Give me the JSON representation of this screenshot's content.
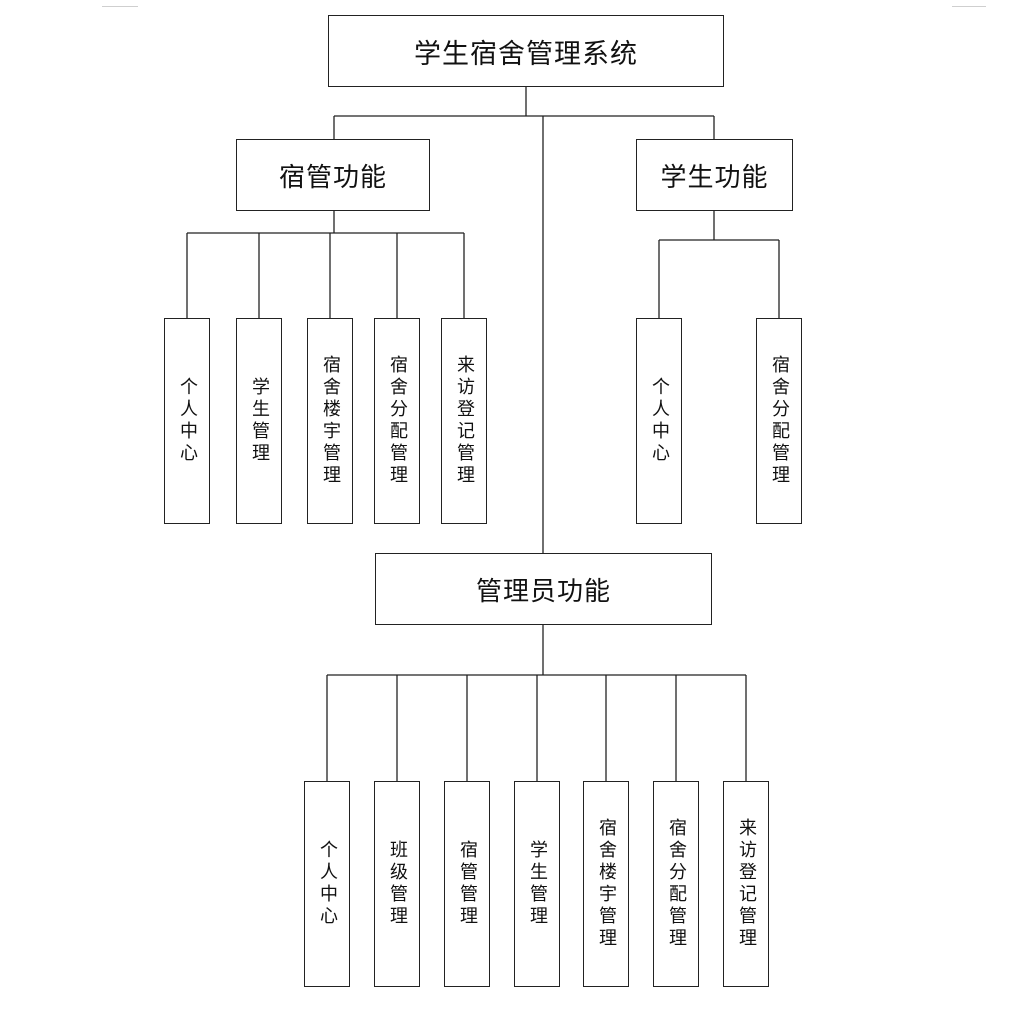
{
  "root": {
    "label": "学生宿舍管理系统"
  },
  "groups": {
    "dorm_manager": {
      "label": "宿管功能",
      "items": [
        "个人中心",
        "学生管理",
        "宿舍楼宇管理",
        "宿舍分配管理",
        "来访登记管理"
      ]
    },
    "student": {
      "label": "学生功能",
      "items": [
        "个人中心",
        "宿舍分配管理"
      ]
    },
    "admin": {
      "label": "管理员功能",
      "items": [
        "个人中心",
        "班级管理",
        "宿管管理",
        "学生管理",
        "宿舍楼宇管理",
        "宿舍分配管理",
        "来访登记管理"
      ]
    }
  }
}
